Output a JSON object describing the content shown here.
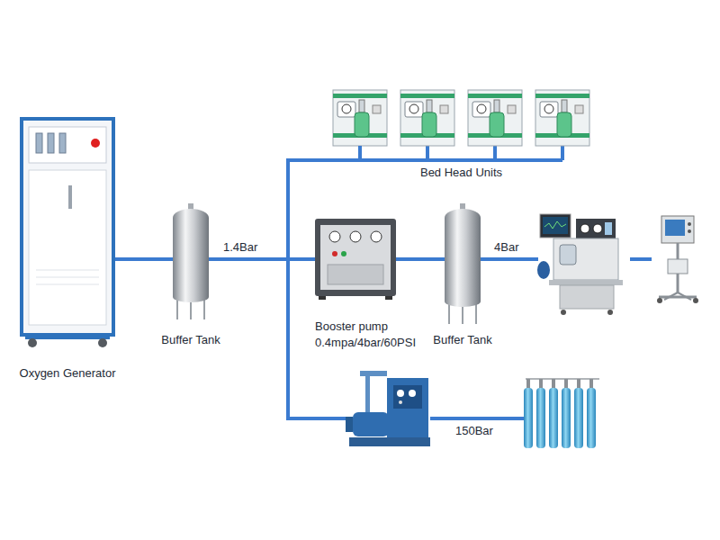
{
  "diagram": {
    "nodes": [
      {
        "text": [
          "Oxygen Generator"
        ]
      },
      {
        "text": [
          "Buffer Tank"
        ]
      },
      {
        "text": [
          "Bed Head Units"
        ]
      },
      {
        "text": [
          "Booster pump",
          "0.4mpa/4bar/60PSI"
        ]
      },
      {
        "text": [
          "Buffer Tank"
        ]
      }
    ],
    "edges": [
      {
        "from": 0,
        "to": 1,
        "arrow": "none"
      },
      {
        "from": 1,
        "to": 2,
        "arrow": "none"
      },
      {
        "from": 1,
        "to": 3,
        "arrow": "none"
      },
      {
        "from": 3,
        "to": 4,
        "arrow": "none"
      }
    ],
    "labels": [
      "1.4Bar",
      "4Bar",
      "150Bar"
    ]
  }
}
